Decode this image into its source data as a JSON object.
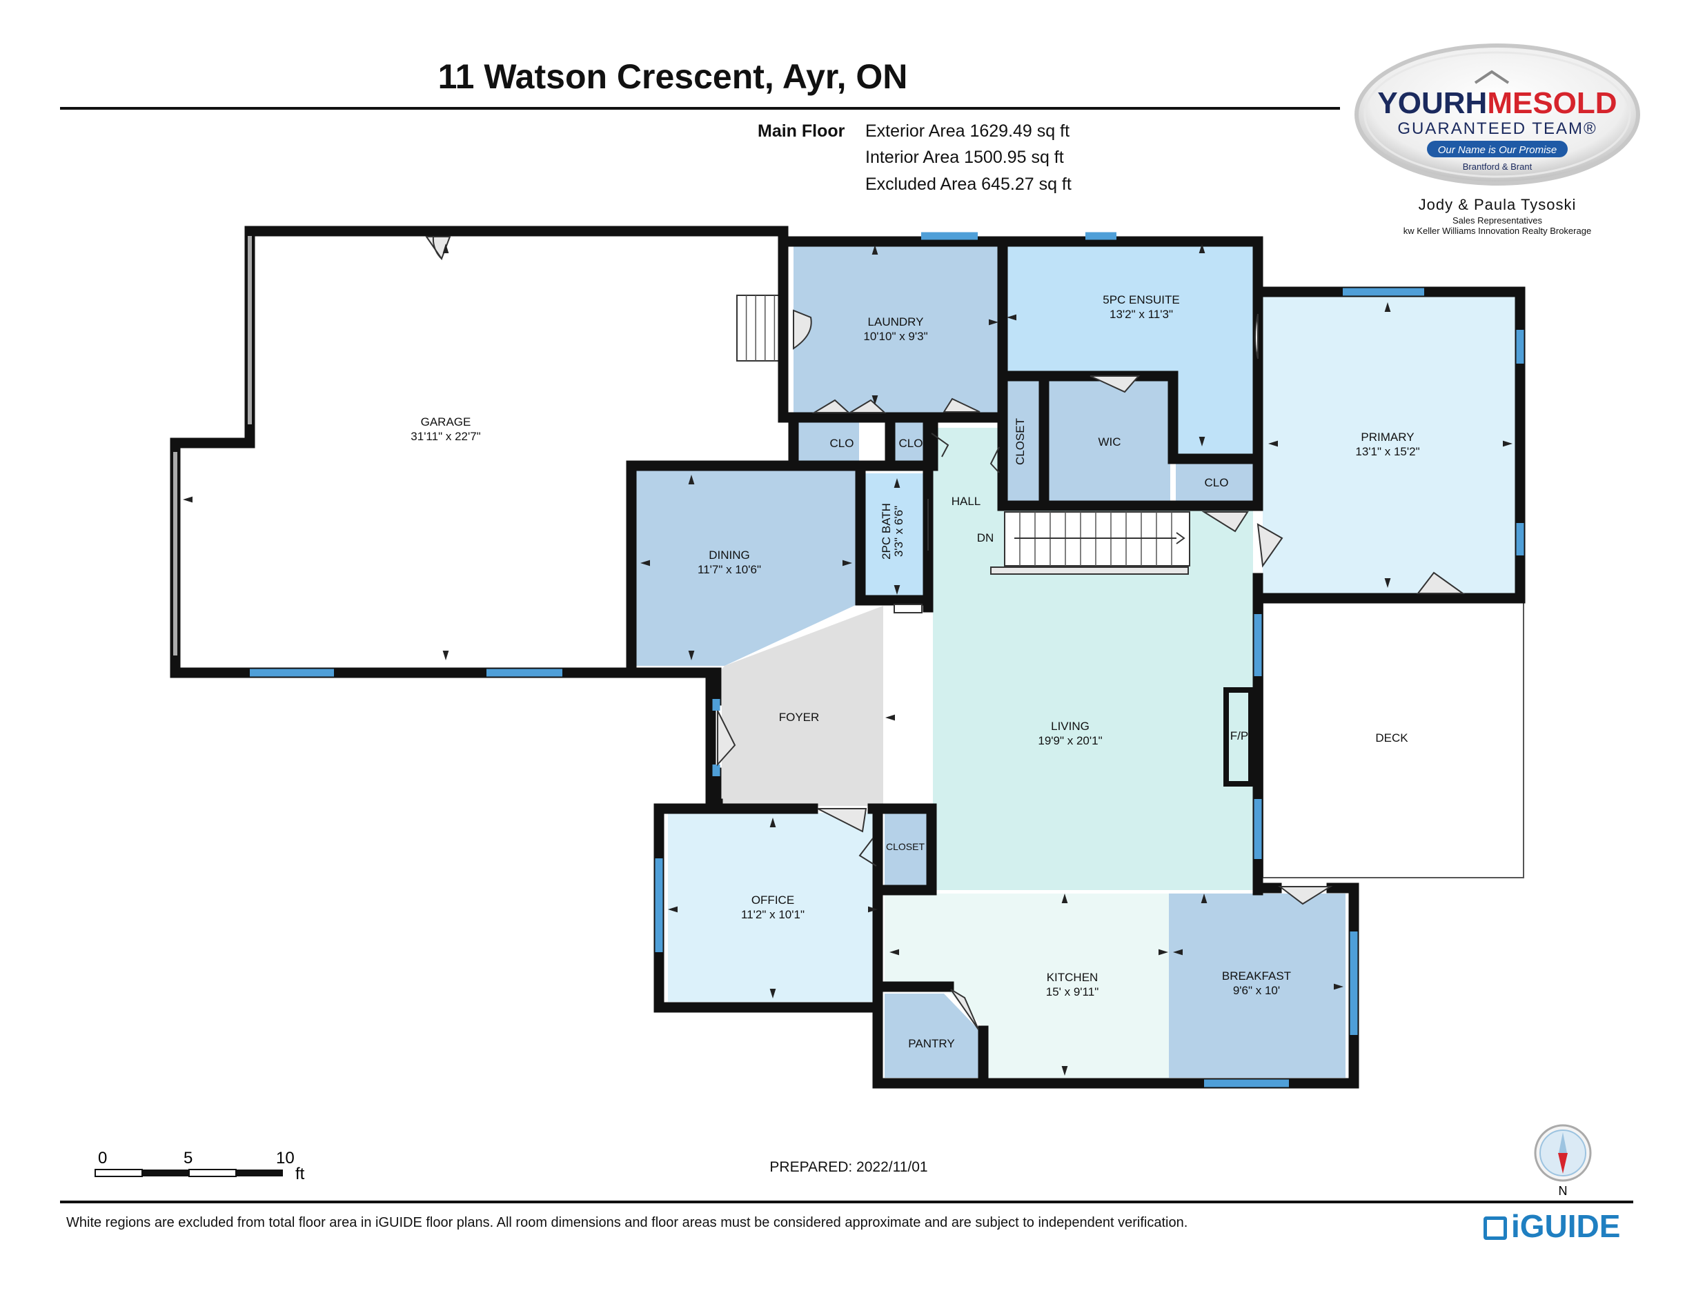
{
  "header": {
    "title": "11 Watson Crescent, Ayr, ON",
    "floor_name": "Main Floor",
    "areas": [
      "Exterior Area 1629.49 sq ft",
      "Interior Area 1500.95 sq ft",
      "Excluded Area 645.27 sq ft"
    ]
  },
  "branding": {
    "logo_line1_a": "YOURH",
    "logo_line1_b": "ME",
    "logo_line1_c": "SOLD",
    "logo_line2": "GUARANTEED TEAM®",
    "logo_slogan": "Our Name is Our Promise",
    "logo_region": "Brantford & Brant",
    "agent_name": "Jody & Paula Tysoski",
    "agent_title": "Sales Representatives",
    "agent_brokerage": "kw Keller Williams Innovation Realty Brokerage",
    "color_navy": "#1b2a5e",
    "color_red": "#d6242c",
    "color_blue": "#1f7fc1"
  },
  "rooms": {
    "garage": {
      "name": "GARAGE",
      "dims": "31'11\" x 22'7\""
    },
    "laundry": {
      "name": "LAUNDRY",
      "dims": "10'10\" x 9'3\""
    },
    "ensuite": {
      "name": "5PC ENSUITE",
      "dims": "13'2\" x 11'3\""
    },
    "primary": {
      "name": "PRIMARY",
      "dims": "13'1\" x 15'2\""
    },
    "clo1": {
      "name": "CLO"
    },
    "clo2": {
      "name": "CLO"
    },
    "clo3": {
      "name": "CLO"
    },
    "closet_hall": {
      "name": "CLOSET"
    },
    "wic": {
      "name": "WIC"
    },
    "hall": {
      "name": "HALL"
    },
    "dn": {
      "name": "DN"
    },
    "dining": {
      "name": "DINING",
      "dims": "11'7\" x 10'6\""
    },
    "bath": {
      "name": "2PC BATH",
      "dims": "3'3\" x 6'6\""
    },
    "foyer": {
      "name": "FOYER"
    },
    "living": {
      "name": "LIVING",
      "dims": "19'9\" x 20'1\""
    },
    "fp": {
      "name": "F/P"
    },
    "deck": {
      "name": "DECK"
    },
    "office": {
      "name": "OFFICE",
      "dims": "11'2\" x 10'1\""
    },
    "closet_office": {
      "name": "CLOSET"
    },
    "kitchen": {
      "name": "KITCHEN",
      "dims": "15' x 9'11\""
    },
    "breakfast": {
      "name": "BREAKFAST",
      "dims": "9'6\" x 10'"
    },
    "pantry": {
      "name": "PANTRY"
    }
  },
  "scale": {
    "ticks": [
      "0",
      "5",
      "10"
    ],
    "unit": "ft"
  },
  "compass": {
    "label": "N"
  },
  "footer": {
    "prepared": "PREPARED: 2022/11/01",
    "disclaimer": "White regions are excluded from total floor area in iGUIDE floor plans. All room dimensions and floor areas must be considered approximate and are subject to independent verification.",
    "brand": "iGUIDE"
  },
  "colors": {
    "wall": "#111111",
    "window": "#4f9fd8",
    "room_blue_mid": "#b5d1e8",
    "room_blue_light": "#bfe2f8",
    "room_blue_pale": "#dcf1fa",
    "room_mint": "#d3f0ee",
    "room_kitchen": "#ebf8f6",
    "room_grey": "#e0e0e0"
  }
}
